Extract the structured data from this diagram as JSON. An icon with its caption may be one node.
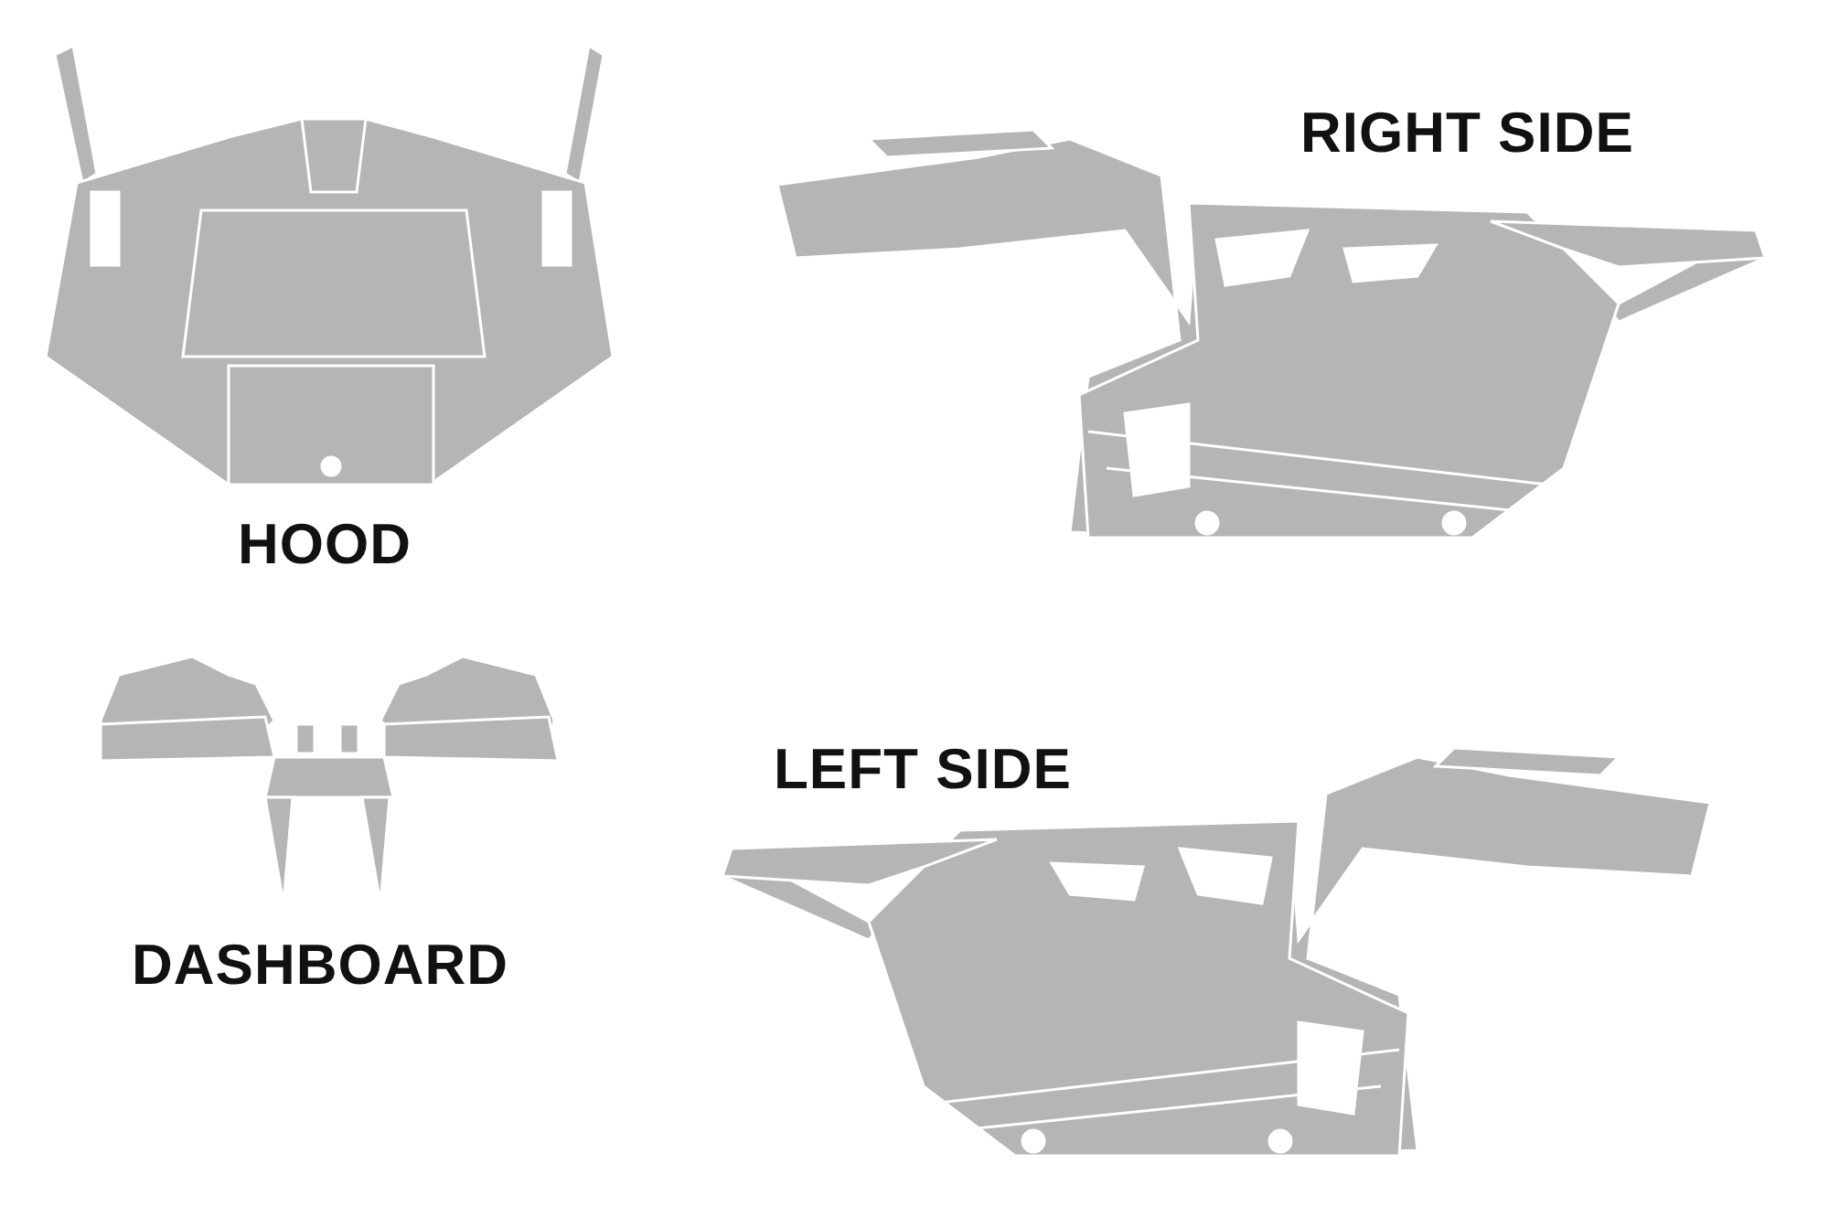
{
  "diagram": {
    "labels": [
      "RIGHT SIDE",
      "HOOD",
      "LEFT SIDE",
      "DASHBOARD"
    ]
  }
}
